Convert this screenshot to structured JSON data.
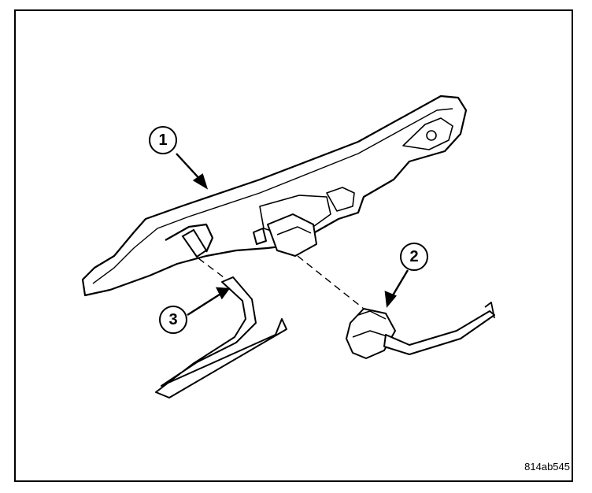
{
  "callouts": {
    "one": "1",
    "two": "2",
    "three": "3"
  },
  "figure_id": "814ab545"
}
